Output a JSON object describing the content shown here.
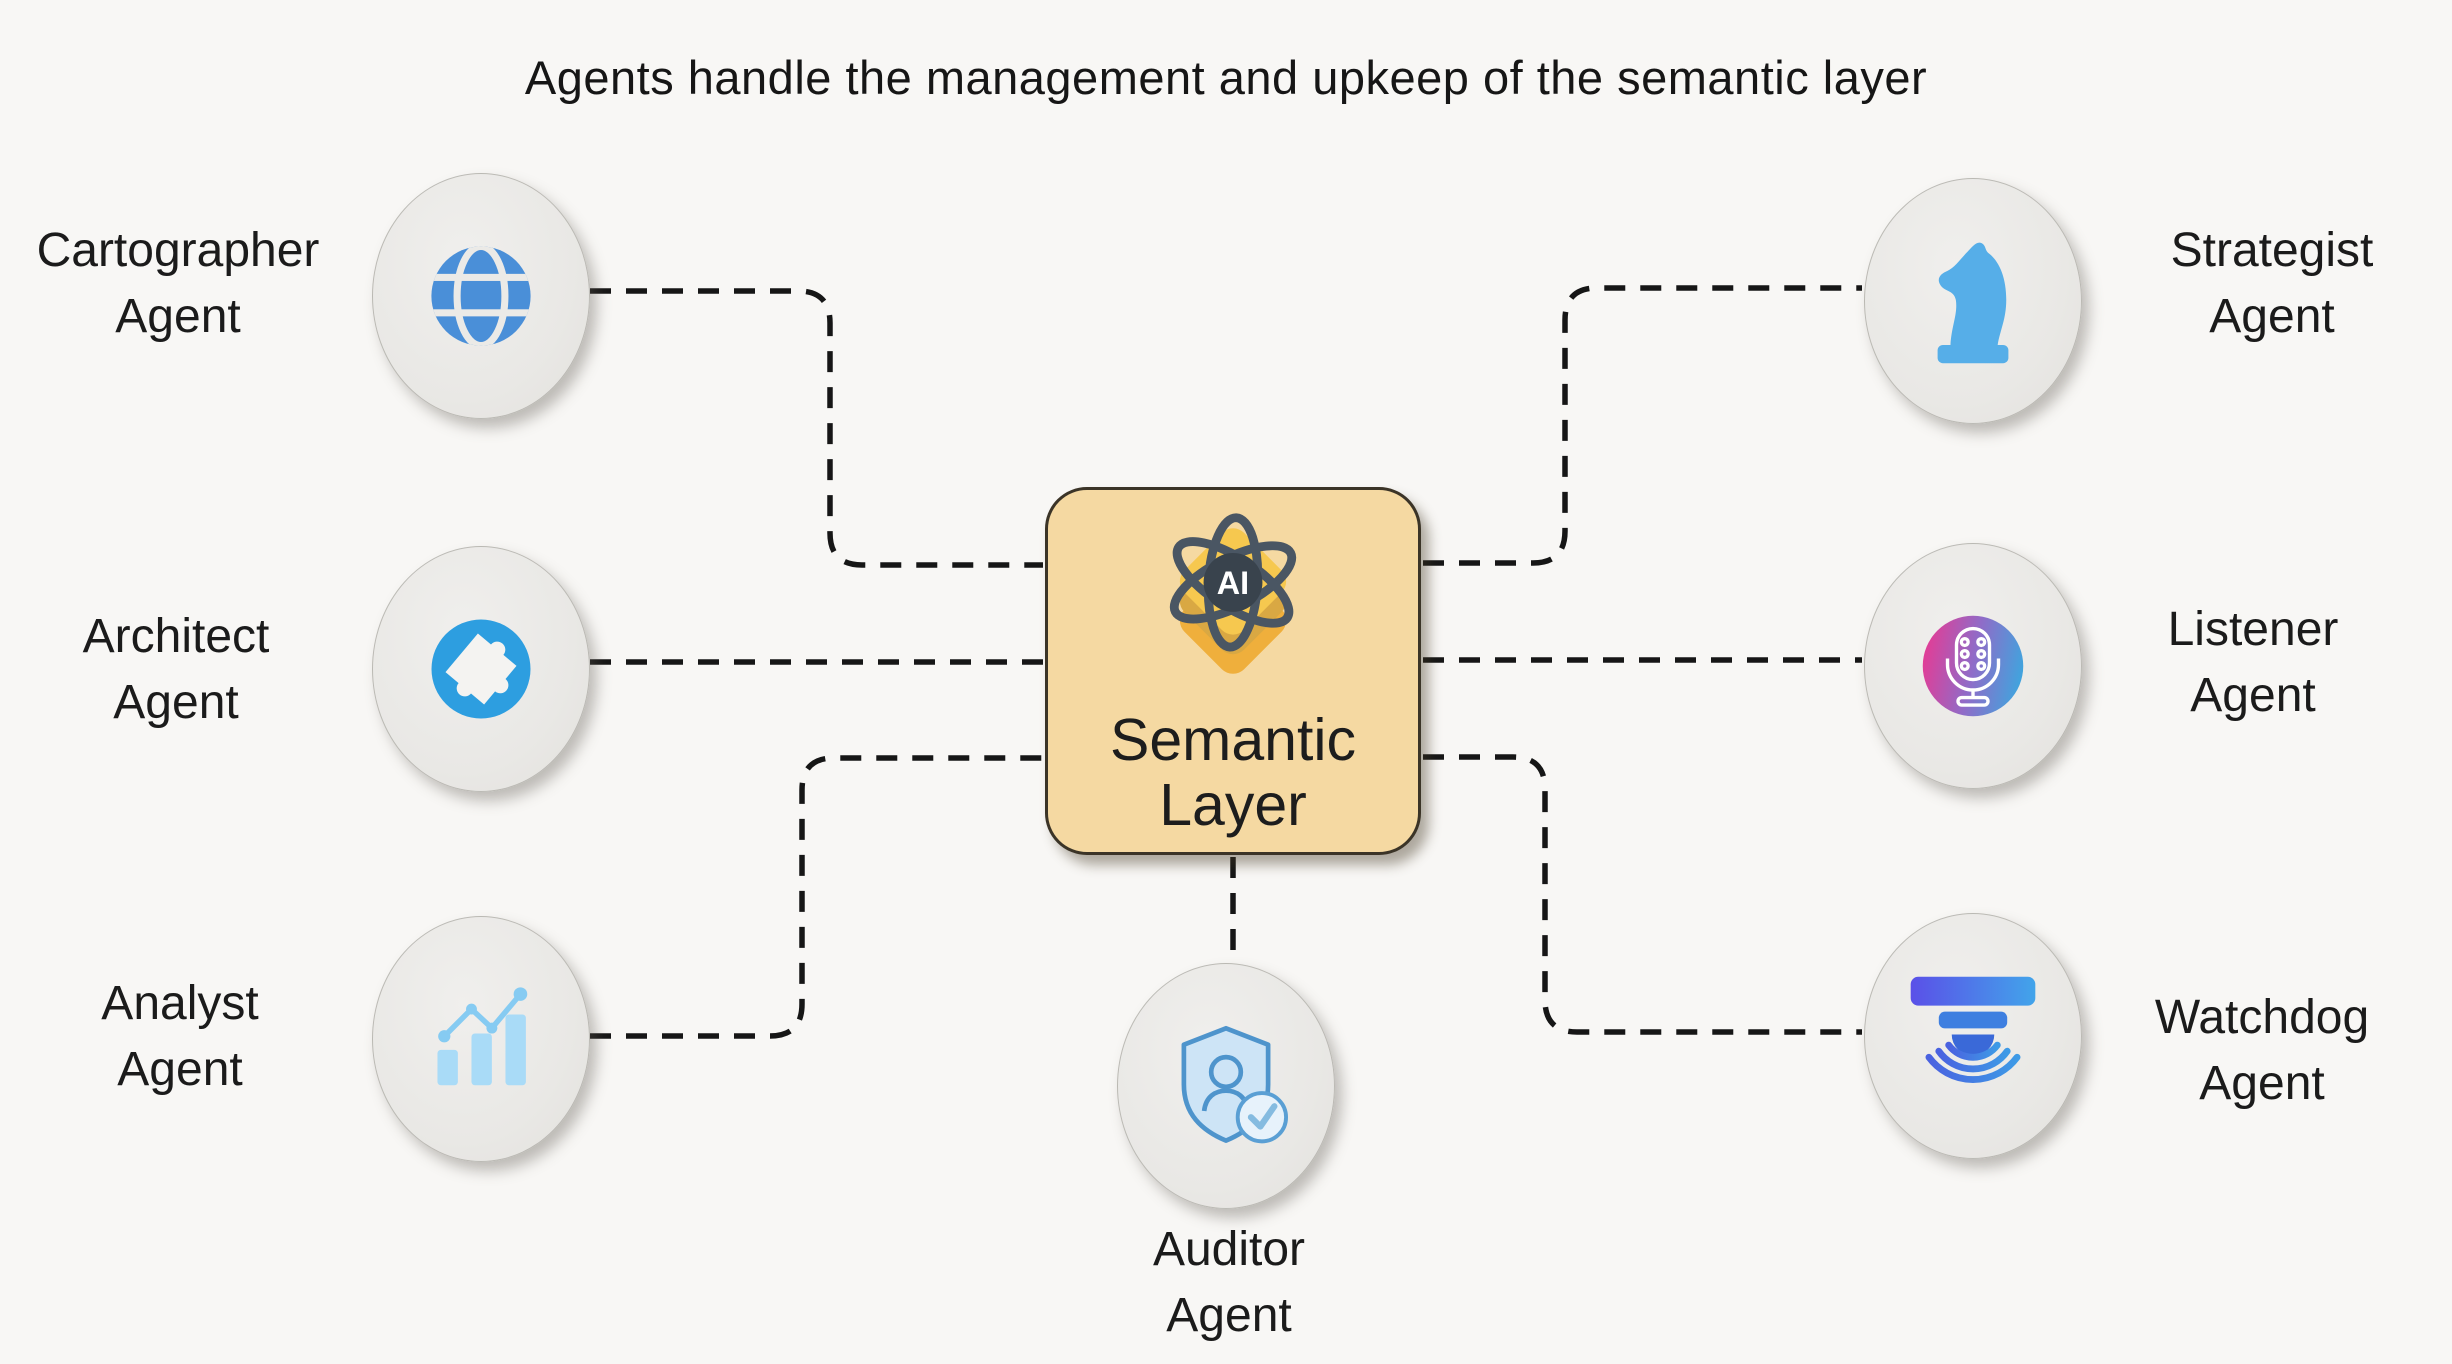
{
  "title": "Agents handle the management and upkeep of the semantic layer",
  "center_node": {
    "name": "Semantic Layer",
    "line1": "Semantic",
    "line2": "Layer",
    "badge_text": "AI",
    "fill_color": "#F5D9A2",
    "border_color": "#3B3427"
  },
  "agents": [
    {
      "id": "cartographer",
      "line1": "Cartographer",
      "line2": "Agent",
      "icon": "globe-icon",
      "position": "top-left"
    },
    {
      "id": "architect",
      "line1": "Architect",
      "line2": "Agent",
      "icon": "puzzle-icon",
      "position": "middle-left"
    },
    {
      "id": "analyst",
      "line1": "Analyst",
      "line2": "Agent",
      "icon": "bar-chart-icon",
      "position": "bottom-left"
    },
    {
      "id": "strategist",
      "line1": "Strategist",
      "line2": "Agent",
      "icon": "chess-knight-icon",
      "position": "top-right"
    },
    {
      "id": "listener",
      "line1": "Listener",
      "line2": "Agent",
      "icon": "microphone-icon",
      "position": "middle-right"
    },
    {
      "id": "watchdog",
      "line1": "Watchdog",
      "line2": "Agent",
      "icon": "motion-sensor-icon",
      "position": "bottom-right"
    },
    {
      "id": "auditor",
      "line1": "Auditor",
      "line2": "Agent",
      "icon": "shield-user-check-icon",
      "position": "bottom-center"
    }
  ],
  "colors": {
    "background": "#F8F7F5",
    "node_circle": "#E9E8E5",
    "connector": "#161616",
    "globe_blue": "#4A8FD8",
    "puzzle_circle_blue": "#2D9EE0",
    "analyst_light_blue": "#A9DBF7",
    "knight_blue": "#56AEE8",
    "listener_gradient": [
      "#E23D96",
      "#8F6CC8",
      "#3FA5DE"
    ],
    "watchdog_gradient": [
      "#5A50E8",
      "#42A4EA"
    ],
    "auditor_blue": "#4E94CC",
    "stack_yellow_top": "#F6C84F",
    "stack_yellow_mid": "#D9A843",
    "stack_yellow_bottom": "#EFAF3C",
    "atom_gray": "#4A5663"
  }
}
